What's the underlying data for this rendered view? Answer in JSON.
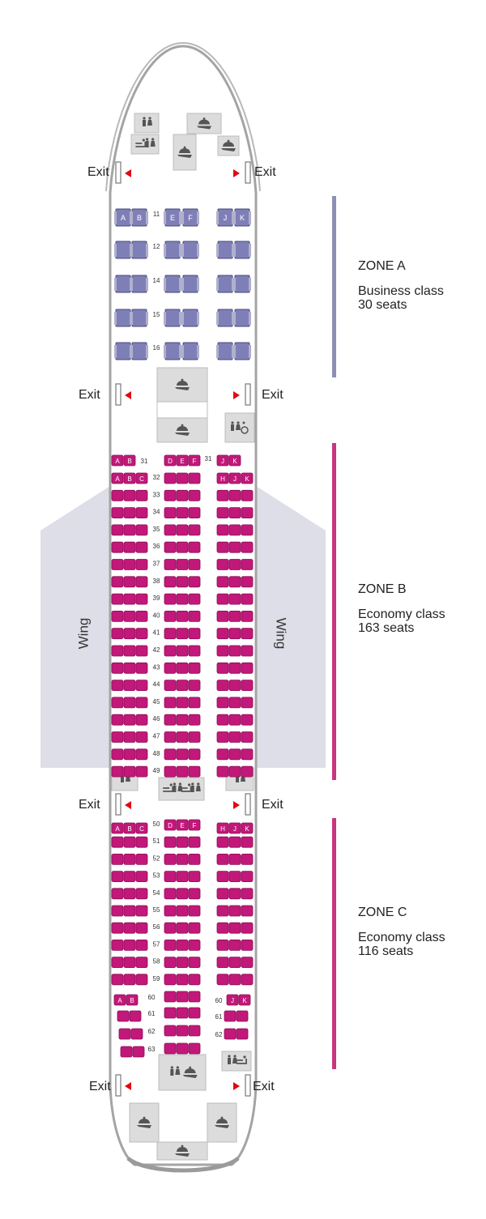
{
  "exit_label": "Exit",
  "wing_label": "Wing",
  "zones": [
    {
      "title": "ZONE A",
      "cabin": "Business class",
      "seats": "30 seats",
      "color": "#8d8fb4"
    },
    {
      "title": "ZONE B",
      "cabin": "Economy class",
      "seats": "163 seats",
      "color": "#c8367f"
    },
    {
      "title": "ZONE C",
      "cabin": "Economy class",
      "seats": "116 seats",
      "color": "#c8367f"
    }
  ],
  "colors": {
    "business_seat": "#7f7fb8",
    "economy_seat": "#c2187a",
    "fuselage": "#a4a4a4",
    "wing": "#dedee8",
    "exit_arrow": "#e30613",
    "facility": "#dcdcdc"
  },
  "business_rows": [
    "11",
    "12",
    "14",
    "15",
    "16"
  ],
  "business_row11_letters": [
    "A",
    "B",
    "E",
    "F",
    "J",
    "K"
  ],
  "zone_b_first_row": "31",
  "zone_b_first_row_letters_left": [
    "A",
    "B"
  ],
  "zone_b_first_row_letters_center": [
    "D",
    "E",
    "F"
  ],
  "zone_b_first_row_letters_right": [
    "J",
    "K"
  ],
  "zone_b_rows": [
    "32",
    "33",
    "34",
    "35",
    "36",
    "37",
    "38",
    "39",
    "40",
    "41",
    "42",
    "43",
    "44",
    "45",
    "46",
    "47",
    "48",
    "49"
  ],
  "zone_b_row32_letters_left": [
    "A",
    "B",
    "C"
  ],
  "zone_b_row32_letters_right": [
    "H",
    "J",
    "K"
  ],
  "zone_c_rows": [
    "50",
    "51",
    "52",
    "53",
    "54",
    "55",
    "56",
    "57",
    "58",
    "59"
  ],
  "zone_c_row50_letters_left": [
    "A",
    "B",
    "C"
  ],
  "zone_c_row50_letters_center": [
    "D",
    "E",
    "F"
  ],
  "zone_c_row50_letters_right": [
    "H",
    "J",
    "K"
  ],
  "tail_rows": [
    "60",
    "61",
    "62",
    "63"
  ],
  "tail_row60_letters_left": [
    "A",
    "B"
  ],
  "tail_row60_letters_right": [
    "J",
    "K"
  ],
  "tail_right_rows": [
    "60",
    "61",
    "62"
  ],
  "facility_icons": [
    "toilet-icon",
    "galley-icon",
    "baby-changing-icon",
    "wheelchair-icon",
    "crew-rest-icon"
  ]
}
